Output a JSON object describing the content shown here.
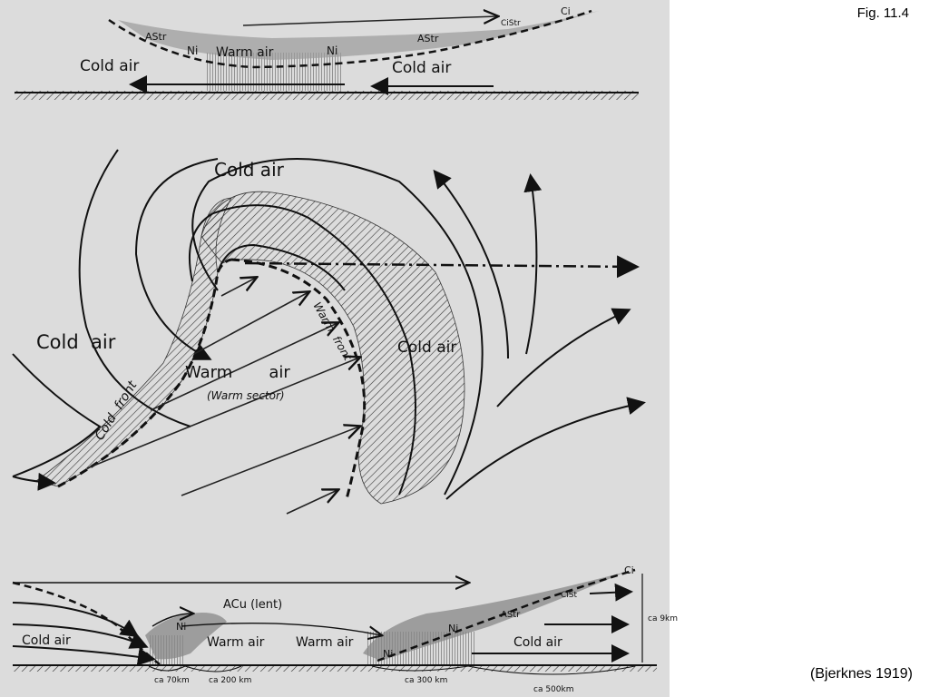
{
  "page": {
    "figure_label": "Fig. 11.4",
    "citation": "(Bjerknes 1919)"
  },
  "colors": {
    "background": "#ffffff",
    "figure_background": "#dcdcdc",
    "ink": "#111111"
  },
  "top_section": {
    "labels": {
      "cold_air_left": "Cold air",
      "cold_air_right": "Cold air",
      "warm_air": "Warm air",
      "astr_left": "AStr",
      "astr_right": "AStr",
      "ni_left": "Ni",
      "ni_right": "Ni",
      "cistr": "CiStr",
      "ci": "Ci"
    }
  },
  "plan_view": {
    "labels": {
      "cold_air_top": "Cold air",
      "cold_air_left": "Cold  air",
      "cold_air_right": "Cold air",
      "warm_air": "Warm       air",
      "warm_sector": "(Warm sector)",
      "cold_front": "Cold  front",
      "warm_front": "Warm  front"
    }
  },
  "bottom_section": {
    "labels": {
      "cold_air_left": "Cold air",
      "warm_air_1": "Warm air",
      "warm_air_2": "Warm air",
      "cold_air_right": "Cold air",
      "acu": "ACu (lent)",
      "ni_left": "Ni",
      "ni_mid": "Ni",
      "ni_right": "Ni",
      "astr": "AStr",
      "cistr": "CiSt",
      "ci": "Ci",
      "height": "ca\n9km",
      "d70": "ca 70km",
      "d200": "ca 200 km",
      "d300": "ca 300 km",
      "d500": "ca 500km"
    }
  }
}
